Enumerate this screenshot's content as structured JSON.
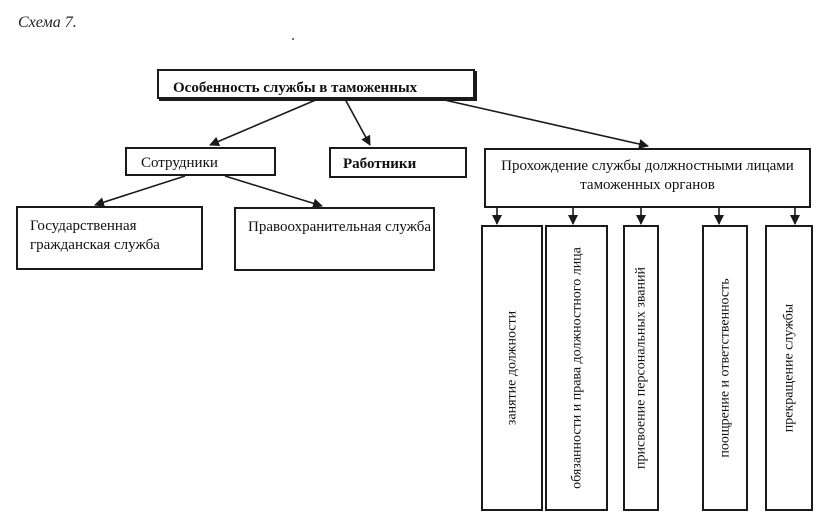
{
  "caption": "Схема 7.",
  "root": "Особенность службы в таможенных",
  "level1": {
    "employees": "Сотрудники",
    "workers": "Работники",
    "service_passage": "Прохождение службы должностными лицами таможенных органов"
  },
  "level2": {
    "civil": "Государственная гражданская служба",
    "law": "Правоохранительная служба"
  },
  "stages": [
    "занятие должности",
    "обязанности и права должностного лица",
    "присвоение персональных званий",
    "поощрение и ответственность",
    "прекращение службы"
  ]
}
